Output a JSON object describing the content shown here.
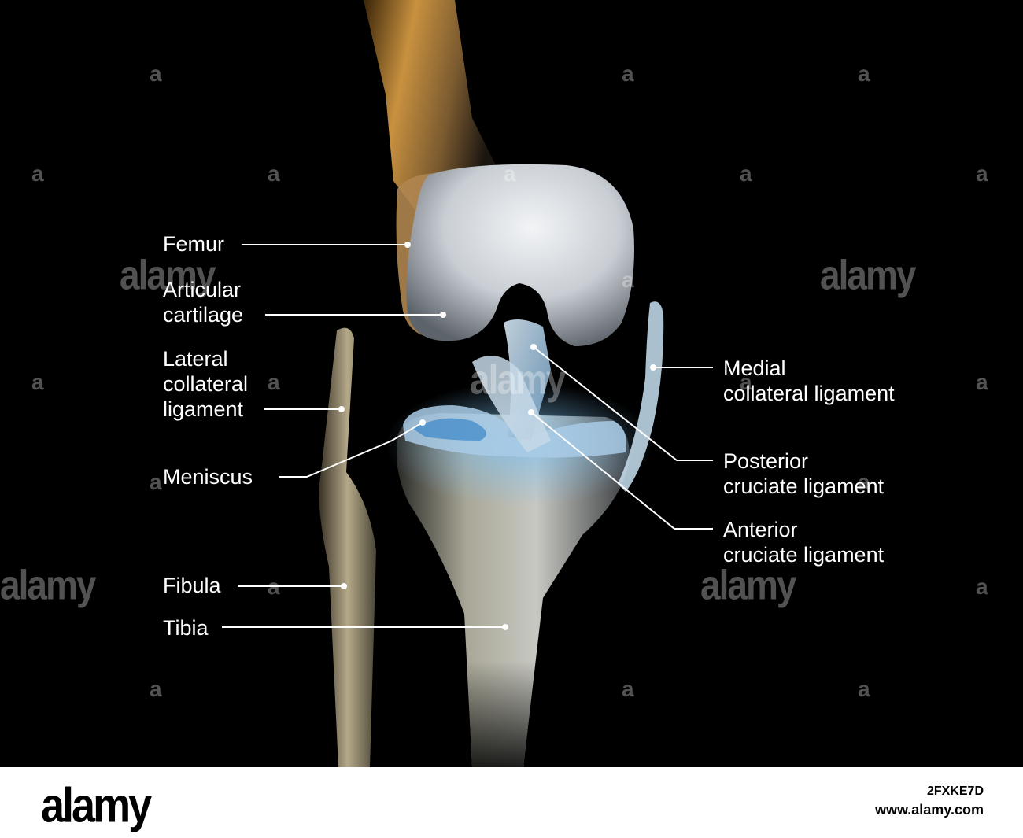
{
  "labels": {
    "femur": "Femur",
    "articular_cartilage": "Articular\ncartilage",
    "lateral_collateral_ligament": "Lateral\ncollateral\nligament",
    "meniscus": "Meniscus",
    "fibula": "Fibula",
    "tibia": "Tibia",
    "medial_collateral_ligament": "Medial\ncollateral ligament",
    "posterior_cruciate_ligament": "Posterior\ncruciate ligament",
    "anterior_cruciate_ligament": "Anterior\ncruciate ligament"
  },
  "watermark": {
    "mark": "a",
    "word": "alamy"
  },
  "footer": {
    "logo": "alamy",
    "image_id": "2FXKE7D",
    "url": "www.alamy.com"
  },
  "colors": {
    "background": "#000000",
    "femur_warm": "#c8913f",
    "cartilage": "#d8dde3",
    "bone": "#a8a597",
    "ligament_blue": "#8fc4ea",
    "footer_bg": "#ffffff"
  }
}
